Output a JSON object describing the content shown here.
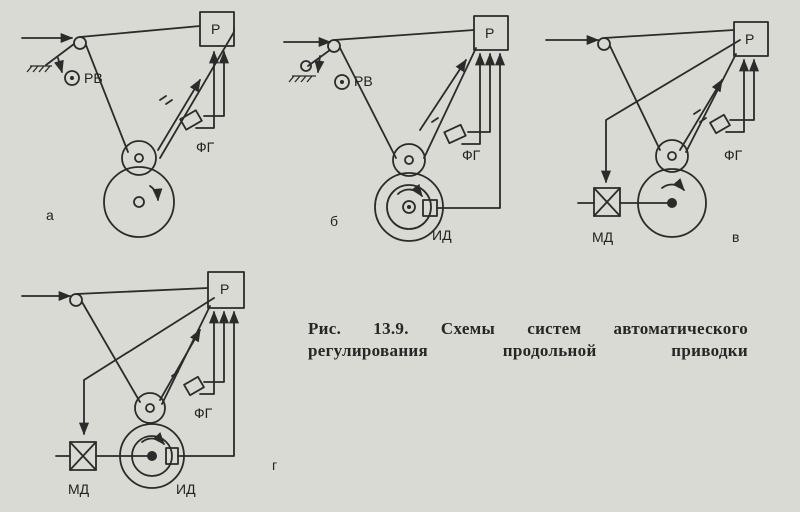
{
  "labels": {
    "p": "Р",
    "rv": "РВ",
    "fg": "ФГ",
    "id": "ИД",
    "md": "МД"
  },
  "panels": {
    "a": "а",
    "b": "б",
    "v": "в",
    "g": "г"
  },
  "caption": {
    "line1": "Рис. 13.9. Схемы систем автоматического",
    "line2": "регулирования продольной приводки"
  }
}
